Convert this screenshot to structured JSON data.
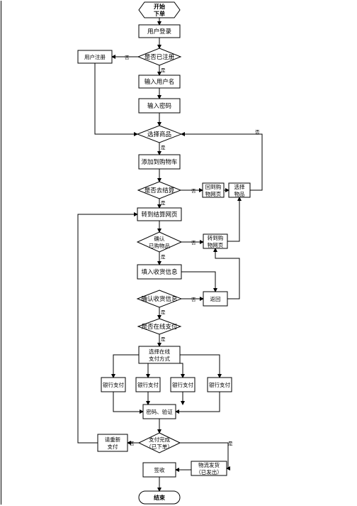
{
  "nodes": {
    "start": [
      "开始",
      "下单"
    ],
    "login": [
      "用户登录"
    ],
    "registered_q": [
      "是否已注册"
    ],
    "register": [
      "用户注册"
    ],
    "enter_username": [
      "输入用户名"
    ],
    "enter_password": [
      "输入密码"
    ],
    "select_goods": [
      "选择商品"
    ],
    "add_to_cart": [
      "添加到购物车"
    ],
    "checkout_q": [
      "是否去结算"
    ],
    "back_to_cart_page": [
      "回到购",
      "物网页"
    ],
    "select_goods_2": [
      "选择",
      "物品"
    ],
    "go_checkout_page": [
      "转到结算网页"
    ],
    "confirm_bought_q": [
      "确认",
      "已购物品"
    ],
    "go_cart_page": [
      "转到购",
      "物网页"
    ],
    "fill_shipping": [
      "填入收货信息"
    ],
    "confirm_shipping_q": [
      "确认收货信息"
    ],
    "return": [
      "返回"
    ],
    "pay_online_q": [
      "是否在线支付"
    ],
    "choose_pay_method": [
      "选择在线",
      "支付方式"
    ],
    "bank1": [
      "银行支付"
    ],
    "bank2": [
      "银行支付"
    ],
    "bank3": [
      "银行支付"
    ],
    "bank4": [
      "银行支付"
    ],
    "password_verify": [
      "密码、验证"
    ],
    "pay_done_q": [
      "支付完成",
      "（已下单）"
    ],
    "repay": [
      "请重新",
      "支付"
    ],
    "logistics": [
      "物流发货",
      "（已发出）"
    ],
    "sign": [
      "签收"
    ],
    "end": [
      "结束"
    ]
  },
  "edge_labels": {
    "yes": "是",
    "no": "否"
  }
}
